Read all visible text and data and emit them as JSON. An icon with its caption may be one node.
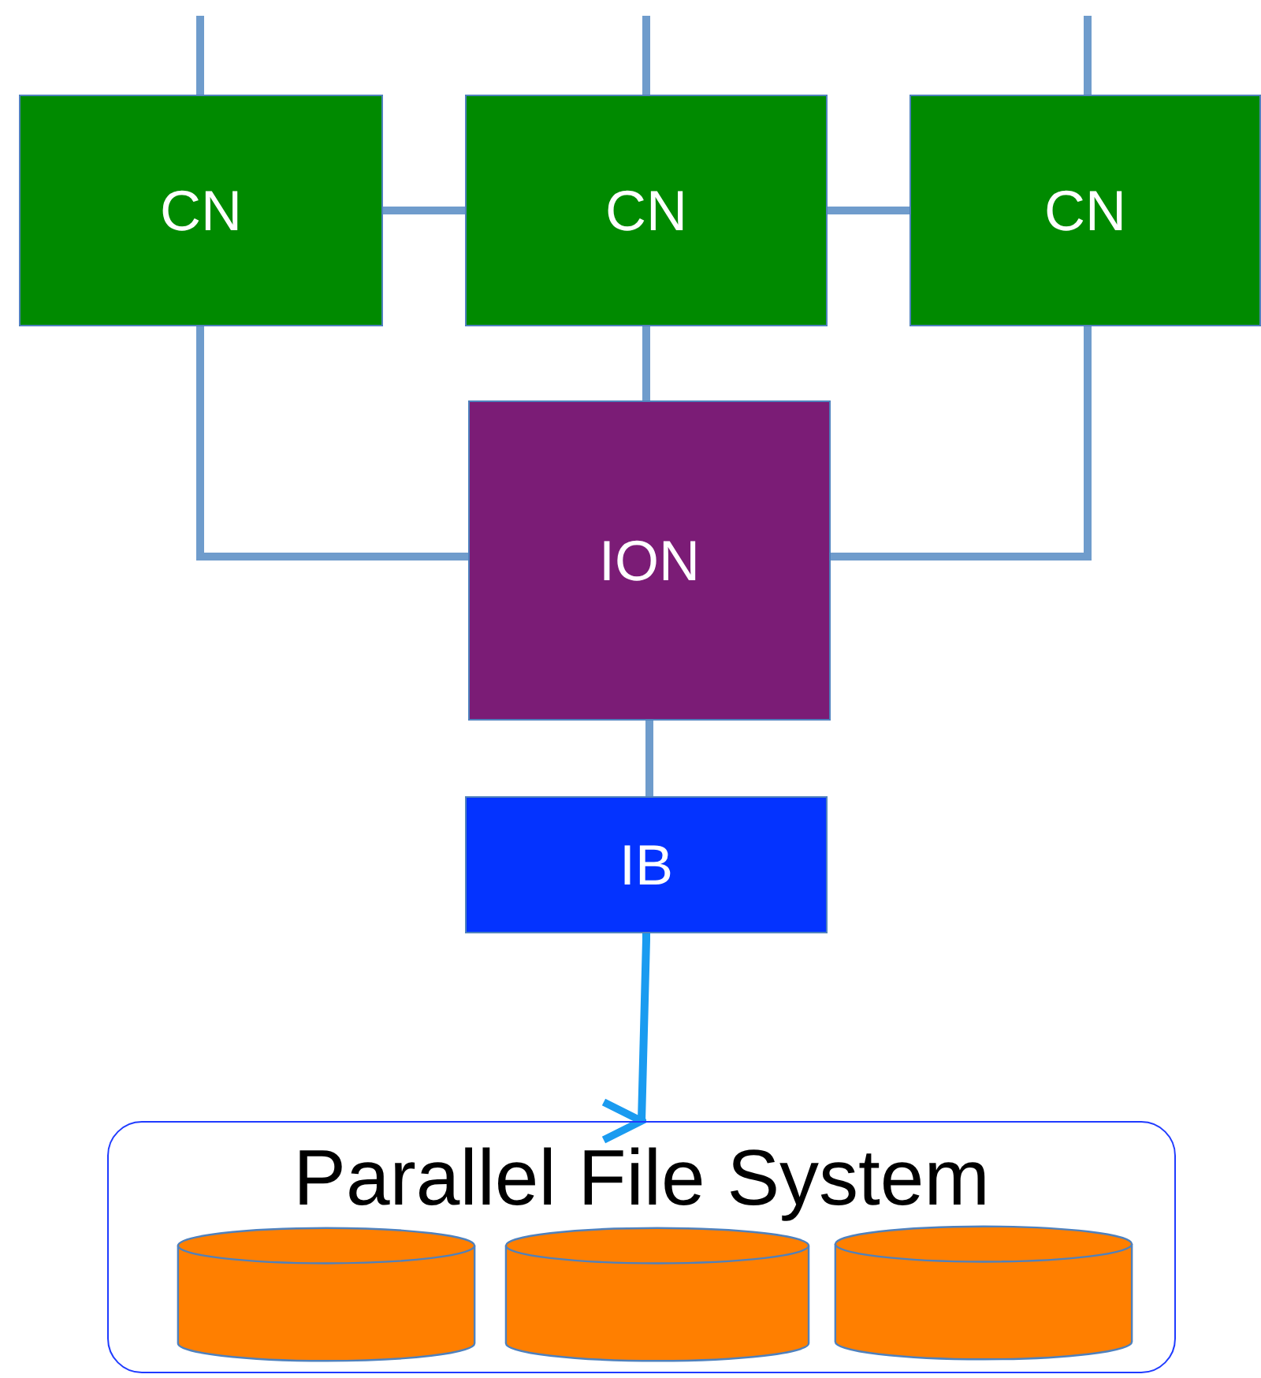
{
  "diagram": {
    "nodes": [
      {
        "text": [
          "CN"
        ]
      },
      {
        "text": [
          "CN"
        ]
      },
      {
        "text": [
          "CN"
        ]
      },
      {
        "text": [
          "ION"
        ]
      },
      {
        "text": [
          "IB"
        ]
      },
      {
        "text": [
          "Parallel File System"
        ]
      },
      {
        "text": [],
        "shape": "cylinder",
        "in": 5
      },
      {
        "text": [],
        "shape": "cylinder",
        "in": 5
      },
      {
        "text": [],
        "shape": "cylinder",
        "in": 5
      }
    ],
    "edges": [
      {
        "from": null,
        "to": 0,
        "arrow": "none"
      },
      {
        "from": null,
        "to": 1,
        "arrow": "none"
      },
      {
        "from": null,
        "to": 2,
        "arrow": "none"
      },
      {
        "from": 0,
        "to": 1,
        "arrow": "none"
      },
      {
        "from": 1,
        "to": 2,
        "arrow": "none"
      },
      {
        "from": 0,
        "to": 3,
        "arrow": "none"
      },
      {
        "from": 1,
        "to": 3,
        "arrow": "none"
      },
      {
        "from": 2,
        "to": 3,
        "arrow": "none"
      },
      {
        "from": 3,
        "to": 4,
        "arrow": "none"
      },
      {
        "from": 4,
        "to": 5,
        "arrow": "to",
        "color": "#1a9bf0"
      }
    ]
  }
}
